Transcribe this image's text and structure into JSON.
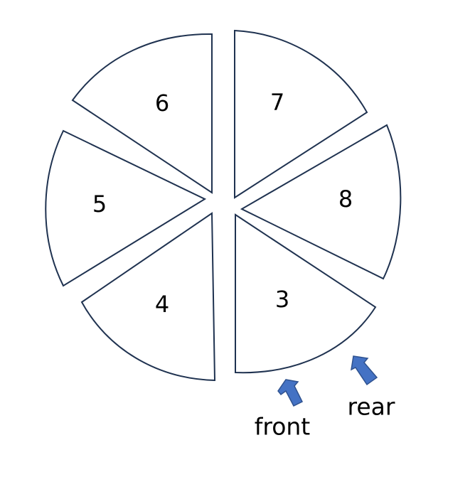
{
  "sectors": [
    {
      "label": "7"
    },
    {
      "label": "8"
    },
    {
      "label": "3"
    },
    {
      "label": "4"
    },
    {
      "label": "5"
    },
    {
      "label": "6"
    }
  ],
  "arrows": {
    "front": {
      "label": "front"
    },
    "rear": {
      "label": "rear"
    }
  },
  "colors": {
    "outline": "#1f3250",
    "arrow_fill": "#4472c4",
    "arrow_stroke": "#2f528f"
  }
}
